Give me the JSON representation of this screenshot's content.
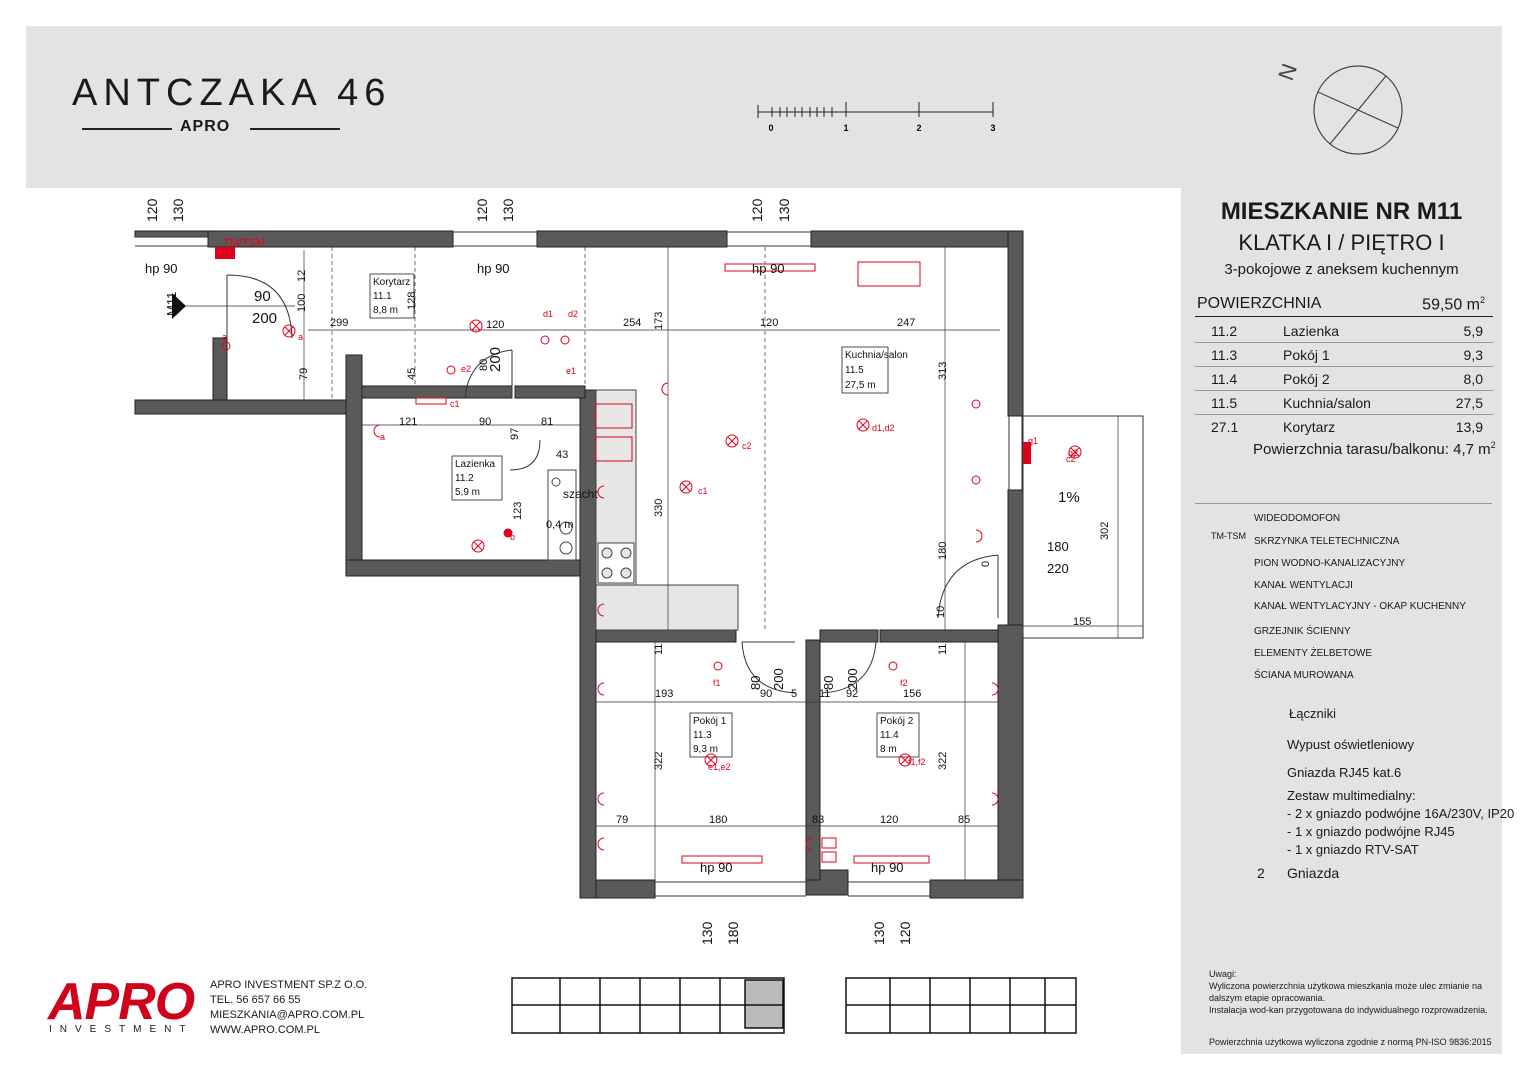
{
  "header": {
    "project_title": "ANTCZAKA 46",
    "project_brand": "APRO",
    "scale_labels": [
      "0",
      "1",
      "2",
      "3"
    ],
    "north_label": "N"
  },
  "panel": {
    "apartment": "MIESZKANIE NR M11",
    "staircase_floor": "KLATKA I / PIĘTRO I",
    "type": "3-pokojowe z aneksem kuchennym",
    "area_label": "POWIERZCHNIA",
    "area_value": "59,50 m",
    "area_sup": "2",
    "rooms": [
      {
        "id": "11.2",
        "name": "Lazienka",
        "area": "5,9"
      },
      {
        "id": "11.3",
        "name": "Pokój 1",
        "area": "9,3"
      },
      {
        "id": "11.4",
        "name": "Pokój 2",
        "area": "8,0"
      },
      {
        "id": "11.5",
        "name": "Kuchnia/salon",
        "area": "27,5"
      },
      {
        "id": "27.1",
        "name": "Korytarz",
        "area": "13,9"
      }
    ],
    "terrace": "Powierzchnia tarasu/balkonu: 4,7 m",
    "terrace_sup": "2"
  },
  "legend": {
    "items": [
      "WIDEODOMOFON",
      "SKRZYNKA TELETECHNICZNA",
      "PION WODNO-KANALIZACYJNY",
      "KANAŁ WENTYLACJI",
      "KANAŁ WENTYLACYJNY - OKAP KUCHENNY",
      "GRZEJNIK ŚCIENNY",
      "ELEMENTY ŻELBETOWE",
      "ŚCIANA MUROWANA"
    ],
    "tm_tsm": "TM-TSM",
    "switches": "Łączniki",
    "lights": "Wypust oświetleniowy",
    "rj45": "Gniazda RJ45 kat.6",
    "multimedia_title": "Zestaw multimedialny:",
    "multimedia_lines": [
      "- 2 x gniazdo podwójne 16A/230V, IP20",
      "- 1 x gniazdo podwójne RJ45",
      "- 1 x gniazdo RTV-SAT"
    ],
    "sockets": "Gniazda",
    "sockets_num": "2"
  },
  "notes": {
    "title": "Uwagi:",
    "lines": [
      "Wyliczona powierzchnia użytkowa mieszkania może ulec zmianie na",
      "dalszym etapie opracowania.",
      "Instalacja wod-kan przygotowana do indywidualnego rozprowadzenia."
    ],
    "norm": "Powierzchnia użytkowa wyliczona zgodnie z normą PN-ISO 9836:2015"
  },
  "company": {
    "logo": "APRO",
    "logo_sub": "INVESTMENT",
    "name": "APRO INVESTMENT SP.Z O.O.",
    "tel": "TEL. 56 657 66 55",
    "email": "MIESZKANIA@APRO.COM.PL",
    "www": "WWW.APRO.COM.PL"
  },
  "plan": {
    "entrance": "M11",
    "tm_tsm": "TM/TSM",
    "room_tags": [
      {
        "name": "Korytarz",
        "id": "11.1",
        "area": "8,8 m"
      },
      {
        "name": "Kuchnia/salon",
        "id": "11.5",
        "area": "27,5 m"
      },
      {
        "name": "Lazienka",
        "id": "11.2",
        "area": "5,9 m"
      },
      {
        "name": "Pokój 1",
        "id": "11.3",
        "area": "9,3 m"
      },
      {
        "name": "Pokój 2",
        "id": "11.4",
        "area": "8 m"
      }
    ],
    "shaft": "szacht",
    "shaft_area": "0,4 m",
    "slope": "1%",
    "windows": [
      "hp 90",
      "hp 90",
      "hp 90",
      "hp 90",
      "hp 90"
    ],
    "dims_top": [
      "120",
      "130",
      "120",
      "130",
      "120",
      "130"
    ],
    "dims_bottom": [
      "130",
      "180",
      "130",
      "120"
    ],
    "dims": [
      "90",
      "200",
      "299",
      "100",
      "12",
      "128",
      "120",
      "254",
      "120",
      "247",
      "173",
      "200",
      "80",
      "45",
      "79",
      "121",
      "90",
      "81",
      "97",
      "43",
      "123",
      "313",
      "330",
      "180",
      "0",
      "302",
      "180",
      "220",
      "155",
      "10",
      "11",
      "11",
      "193",
      "90",
      "5",
      "11",
      "92",
      "156",
      "80",
      "200",
      "80",
      "200",
      "322",
      "322",
      "79",
      "180",
      "83",
      "120",
      "85"
    ],
    "markers": [
      "a",
      "b",
      "c1",
      "c2",
      "d1,d2",
      "e1,e2",
      "f1,f2",
      "g1",
      "g2",
      "d1",
      "d2",
      "e1",
      "e2",
      "f1",
      "f2",
      "a",
      "a",
      "c1",
      "c2"
    ]
  }
}
